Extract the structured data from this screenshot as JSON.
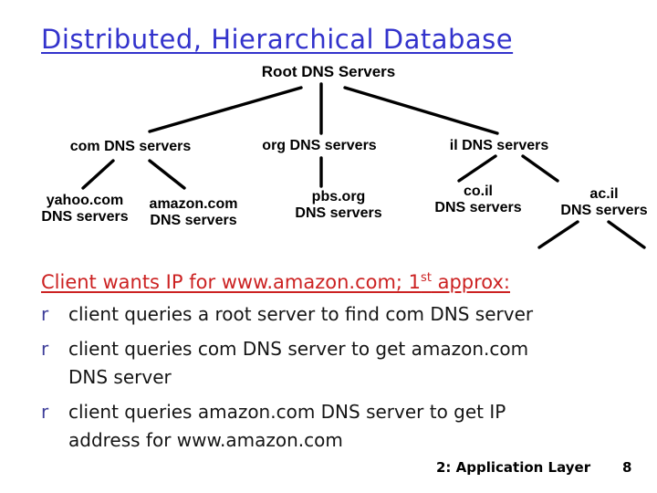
{
  "slide": {
    "title": "Distributed, Hierarchical Database",
    "footer": {
      "section": "2: Application Layer",
      "page": "8"
    }
  },
  "colors": {
    "title_blue": "#3333cc",
    "heading_red": "#cc2222",
    "bullet_marker_blue": "#3d3d99",
    "tree_black": "#000000"
  },
  "tree": {
    "root": {
      "label": "Root DNS Servers"
    },
    "level2": [
      {
        "label": "com DNS servers"
      },
      {
        "label": "org DNS servers"
      },
      {
        "label": "il DNS servers"
      }
    ],
    "level3": [
      {
        "line1": "yahoo.com",
        "line2": "DNS servers"
      },
      {
        "line1": "amazon.com",
        "line2": "DNS servers"
      },
      {
        "line1": "pbs.org",
        "line2": "DNS servers"
      },
      {
        "line1": "co.il",
        "line2": "DNS servers"
      },
      {
        "line1": "ac.il",
        "line2": "DNS servers"
      }
    ]
  },
  "body": {
    "heading": {
      "prefix": "Client wants IP for www.amazon.com; 1",
      "sup": "st",
      "suffix": " approx:"
    },
    "bullets": [
      {
        "marker": "r",
        "lines": [
          "client queries a root server to find com DNS server"
        ]
      },
      {
        "marker": "r",
        "lines": [
          "client queries com DNS server to get amazon.com",
          "DNS server"
        ]
      },
      {
        "marker": "r",
        "lines": [
          "client queries amazon.com DNS server to get  IP",
          "address for www.amazon.com"
        ]
      }
    ]
  }
}
